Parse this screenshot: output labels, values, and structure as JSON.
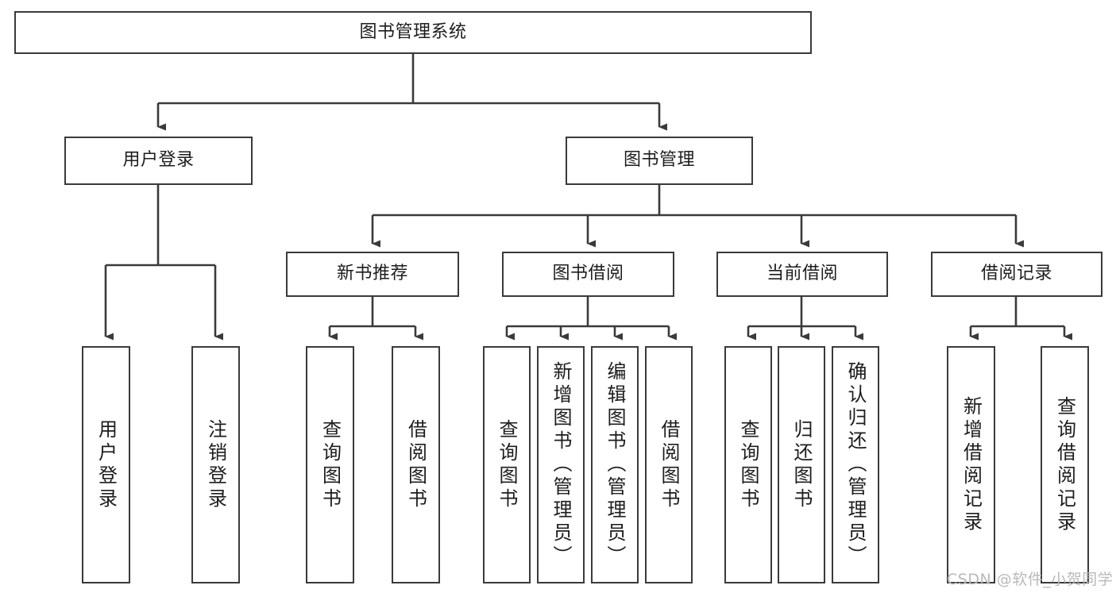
{
  "diagram": {
    "title": "图书管理系统",
    "type": "hierarchy-tree",
    "colors": {
      "background": "#ffffff",
      "box_border": "#3a3a3a",
      "box_fill": "#ffffff",
      "text": "#1d1d1d",
      "connector": "#3a3a3a",
      "watermark": "#b9b9b9"
    },
    "root": {
      "label": "图书管理系统"
    },
    "level2": [
      {
        "label": "用户登录"
      },
      {
        "label": "图书管理"
      }
    ],
    "level3": [
      {
        "label": "新书推荐"
      },
      {
        "label": "图书借阅"
      },
      {
        "label": "当前借阅"
      },
      {
        "label": "借阅记录"
      }
    ],
    "leaves": {
      "user_login": [
        {
          "label": "用户登录"
        },
        {
          "label": "注销登录"
        }
      ],
      "new_book_recommend": [
        {
          "label": "查询图书"
        },
        {
          "label": "借阅图书"
        }
      ],
      "book_borrow": [
        {
          "label": "查询图书"
        },
        {
          "label": "新增图书（管理员）"
        },
        {
          "label": "编辑图书（管理员）"
        },
        {
          "label": "借阅图书"
        }
      ],
      "current_borrow": [
        {
          "label": "查询图书"
        },
        {
          "label": "归还图书"
        },
        {
          "label": "确认归还（管理员）"
        }
      ],
      "borrow_record": [
        {
          "label": "新增借阅记录"
        },
        {
          "label": "查询借阅记录"
        }
      ]
    }
  },
  "watermark": {
    "text": "CSDN @软件_小贺同学"
  }
}
